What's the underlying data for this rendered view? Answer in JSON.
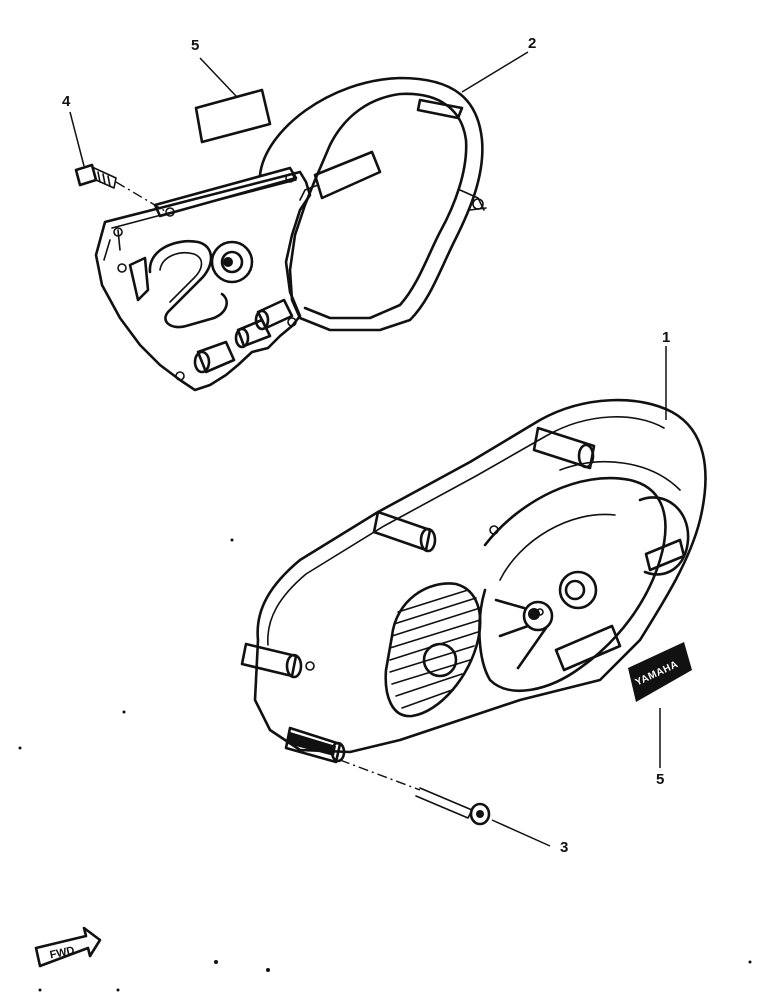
{
  "callouts": {
    "c1": "1",
    "c2": "2",
    "c3": "3",
    "c4": "4",
    "c5_top": "5",
    "c5_bottom": "5"
  },
  "emblem": {
    "text": "YAMAHA"
  },
  "fwd_arrow": {
    "text": "FWD"
  }
}
